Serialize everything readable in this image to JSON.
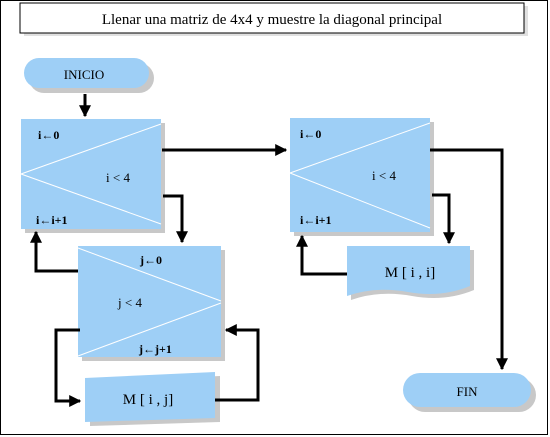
{
  "title": "Llenar una matriz de 4x4 y muestre la diagonal principal",
  "colors": {
    "shape_fill": "#9ecff6",
    "line": "#000000",
    "shadow": "#c8c8c8"
  },
  "start": {
    "label": "INICIO"
  },
  "end": {
    "label": "FIN"
  },
  "loop_i_fill": {
    "init": "i←0",
    "condition": "i < 4",
    "step": "i←i+1"
  },
  "loop_j": {
    "init": "j←0",
    "condition": "j < 4",
    "step": "j←j+1"
  },
  "assign_cell": {
    "label": "M [ i , j]"
  },
  "loop_i_show": {
    "init": "i←0",
    "condition": "i < 4",
    "step": "i←i+1"
  },
  "output_diagonal": {
    "label": "M [ i , i]"
  }
}
